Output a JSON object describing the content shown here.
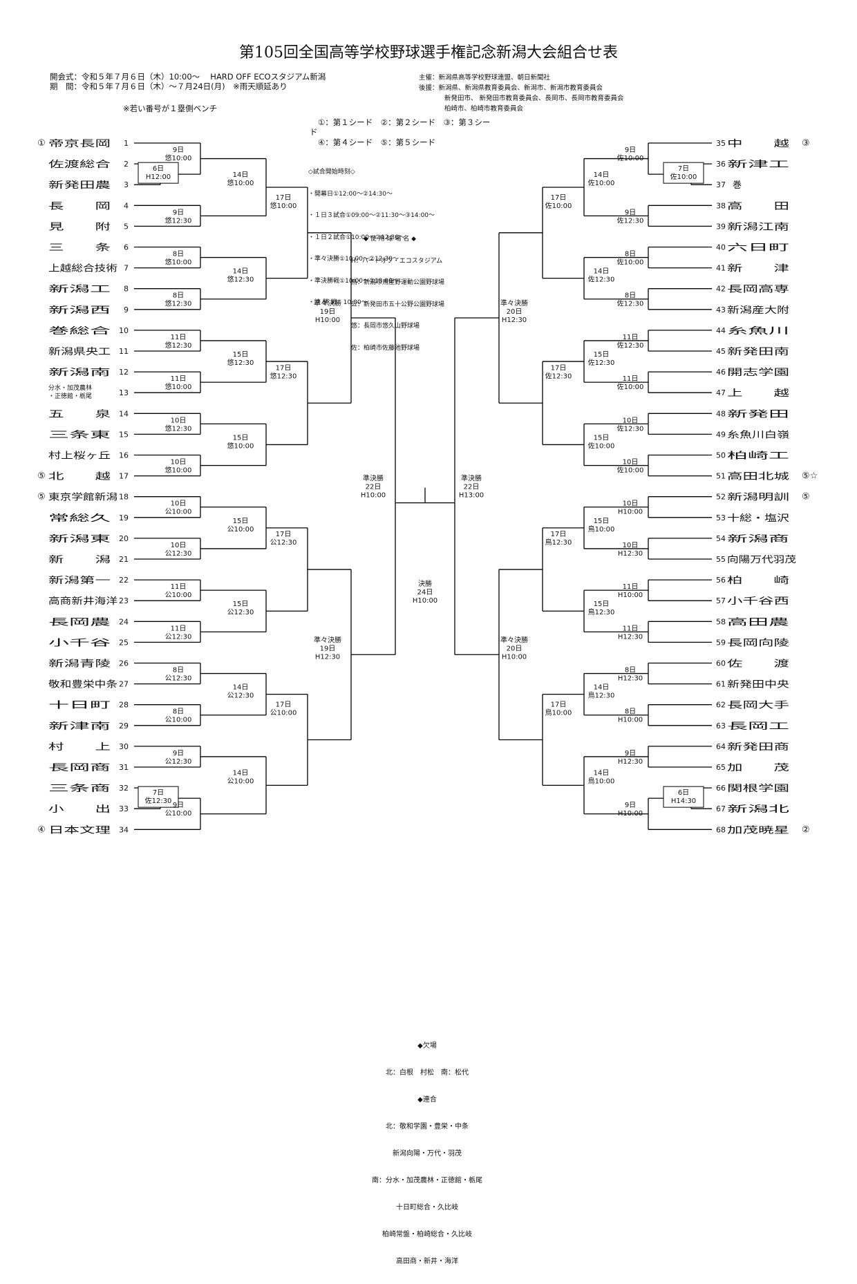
{
  "title": "第105回全国高等学校野球選手権記念新潟大会組合せ表",
  "info": {
    "opening": "開会式：令和５年７月６日（木）10:00～　 HARD OFF ECOスタジアム新潟",
    "period": "期　間：令和５年７月６日（木）～７月24日(月)　※雨天順延あり",
    "host": "主催：新潟県高等学校野球連盟、朝日新聞社",
    "support1": "後援：新潟県、新潟県教育委員会、新潟市、新潟市教育委員会",
    "support2": "新発田市、 新発田市教育委員会、長岡市、長岡市教育委員会",
    "support3": "柏崎市、柏崎市教育委員会",
    "bench_note": "※若い番号が１塁側ベンチ",
    "seed_line1": "①：第１シード　②：第２シード　③：第３シー",
    "seed_line1b": "ド",
    "seed_line2": "④：第４シード　⑤：第５シード"
  },
  "start_times": {
    "heading": "◇試合開始時刻◇",
    "lines": [
      "・開幕日①12:00～②14:30～",
      "・１日３試合①09:00～②11:30～③14:00～",
      "・１日２試合①10:00～②12:30～",
      "・準々決勝①10:00～②12:30～",
      "・準決勝戦①10:00～②13:00～",
      "・決 勝 戦　10:00～"
    ]
  },
  "venues": {
    "heading": "◆ 使 用 球 場 名 ◆",
    "lines": [
      "H：ハードオフ・エコスタジアム",
      "鳥：新潟市鳥屋野運動公園野球場",
      "公：新発田市五十公野公園野球場",
      "悠：長岡市悠久山野球場",
      "佐：柏崎市佐藤池野球場"
    ]
  },
  "absence": {
    "heading": "◆欠場",
    "line": "北：白根　村松　南：松代",
    "merge_heading": "◆連合",
    "merge_lines": [
      "北：敬和学園・豊栄・中条",
      "新潟向陽・万代・羽茂",
      "南：分水・加茂農林・正徳館・栃尾",
      "十日町総合・久比岐",
      "柏崎常盤・柏崎総合・久比岐",
      "高田商・新井・海洋"
    ]
  },
  "left_teams": [
    {
      "no": "1",
      "name": "帝京長岡",
      "mark": "①"
    },
    {
      "no": "2",
      "name": "佐渡総合",
      "mark": ""
    },
    {
      "no": "3",
      "name": "新発田農",
      "mark": ""
    },
    {
      "no": "4",
      "name": "長　　岡",
      "mark": ""
    },
    {
      "no": "5",
      "name": "見　　附",
      "mark": ""
    },
    {
      "no": "6",
      "name": "三　　条",
      "mark": ""
    },
    {
      "no": "7",
      "name": "上越総合技術",
      "mark": ""
    },
    {
      "no": "8",
      "name": "新潟工",
      "mark": ""
    },
    {
      "no": "9",
      "name": "新潟西",
      "mark": ""
    },
    {
      "no": "10",
      "name": "巻総合",
      "mark": ""
    },
    {
      "no": "11",
      "name": "新潟県央工",
      "mark": ""
    },
    {
      "no": "12",
      "name": "新潟南",
      "mark": ""
    },
    {
      "no": "13",
      "name": "分水・加茂農林・正徳館・栃尾",
      "mark": ""
    },
    {
      "no": "14",
      "name": "五　　泉",
      "mark": ""
    },
    {
      "no": "15",
      "name": "三条東",
      "mark": ""
    },
    {
      "no": "16",
      "name": "村上桜ヶ丘",
      "mark": ""
    },
    {
      "no": "17",
      "name": "北　　越",
      "mark": "⑤"
    },
    {
      "no": "18",
      "name": "東京学館新潟",
      "mark": "⑤"
    },
    {
      "no": "19",
      "name": "常総久",
      "mark": ""
    },
    {
      "no": "20",
      "name": "新潟東",
      "mark": ""
    },
    {
      "no": "21",
      "name": "新　　潟",
      "mark": ""
    },
    {
      "no": "22",
      "name": "新潟第一",
      "mark": ""
    },
    {
      "no": "23",
      "name": "高商新井海洋",
      "mark": ""
    },
    {
      "no": "24",
      "name": "長岡農",
      "mark": ""
    },
    {
      "no": "25",
      "name": "小千谷",
      "mark": ""
    },
    {
      "no": "26",
      "name": "新潟青陵",
      "mark": ""
    },
    {
      "no": "27",
      "name": "敬和豊栄中条",
      "mark": ""
    },
    {
      "no": "28",
      "name": "十日町",
      "mark": ""
    },
    {
      "no": "29",
      "name": "新津南",
      "mark": ""
    },
    {
      "no": "30",
      "name": "村　　上",
      "mark": ""
    },
    {
      "no": "31",
      "name": "長岡商",
      "mark": ""
    },
    {
      "no": "32",
      "name": "三条商",
      "mark": ""
    },
    {
      "no": "33",
      "name": "小　　出",
      "mark": ""
    },
    {
      "no": "34",
      "name": "日本文理",
      "mark": "④"
    }
  ],
  "right_teams": [
    {
      "no": "35",
      "name": "中　　越",
      "mark": "③"
    },
    {
      "no": "36",
      "name": "新津工",
      "mark": ""
    },
    {
      "no": "37",
      "name": "巻",
      "mark": ""
    },
    {
      "no": "38",
      "name": "高　　田",
      "mark": ""
    },
    {
      "no": "39",
      "name": "新潟江南",
      "mark": ""
    },
    {
      "no": "40",
      "name": "六日町",
      "mark": ""
    },
    {
      "no": "41",
      "name": "新　　津",
      "mark": ""
    },
    {
      "no": "42",
      "name": "長岡高専",
      "mark": ""
    },
    {
      "no": "43",
      "name": "新潟産大附",
      "mark": ""
    },
    {
      "no": "44",
      "name": "糸魚川",
      "mark": ""
    },
    {
      "no": "45",
      "name": "新発田南",
      "mark": ""
    },
    {
      "no": "46",
      "name": "開志学園",
      "mark": ""
    },
    {
      "no": "47",
      "name": "上　　越",
      "mark": ""
    },
    {
      "no": "48",
      "name": "新発田",
      "mark": ""
    },
    {
      "no": "49",
      "name": "糸魚川白嶺",
      "mark": ""
    },
    {
      "no": "50",
      "name": "柏崎工",
      "mark": ""
    },
    {
      "no": "51",
      "name": "高田北城",
      "mark": "⑤☆"
    },
    {
      "no": "52",
      "name": "新潟明訓",
      "mark": "⑤"
    },
    {
      "no": "53",
      "name": "十総・塩沢",
      "mark": ""
    },
    {
      "no": "54",
      "name": "新潟商",
      "mark": ""
    },
    {
      "no": "55",
      "name": "向陽万代羽茂",
      "mark": ""
    },
    {
      "no": "56",
      "name": "柏　　崎",
      "mark": ""
    },
    {
      "no": "57",
      "name": "小千谷西",
      "mark": ""
    },
    {
      "no": "58",
      "name": "高田農",
      "mark": ""
    },
    {
      "no": "59",
      "name": "長岡向陵",
      "mark": ""
    },
    {
      "no": "60",
      "name": "佐　　渡",
      "mark": ""
    },
    {
      "no": "61",
      "name": "新発田中央",
      "mark": ""
    },
    {
      "no": "62",
      "name": "長岡大手",
      "mark": ""
    },
    {
      "no": "63",
      "name": "長岡工",
      "mark": ""
    },
    {
      "no": "64",
      "name": "新発田商",
      "mark": ""
    },
    {
      "no": "65",
      "name": "加　　茂",
      "mark": ""
    },
    {
      "no": "66",
      "name": "関根学園",
      "mark": ""
    },
    {
      "no": "67",
      "name": "新潟北",
      "mark": ""
    },
    {
      "no": "68",
      "name": "加茂暁星",
      "mark": "②"
    }
  ],
  "games_left": {
    "r1": [
      "6日 H12:00",
      "7日 佐12:30"
    ],
    "r2": [
      "9日 悠10:00",
      "9日 悠12:30",
      "8日 悠10:00",
      "8日 悠12:30",
      "11日 悠12:30",
      "11日 悠10:00",
      "10日 悠12:30",
      "10日 悠10:00",
      "10日 公10:00",
      "10日 公12:30",
      "11日 公10:00",
      "11日 公12:30",
      "8日 公12:30",
      "8日 公10:00",
      "9日 公12:30",
      "9日 公10:00"
    ],
    "r3": [
      "14日 悠10:00",
      "14日 悠12:30",
      "15日 悠12:30",
      "15日 悠10:00",
      "15日 公10:00",
      "15日 公12:30",
      "14日 公12:30",
      "14日 公10:00"
    ],
    "r4": [
      "17日 悠10:00",
      "17日 悠12:30",
      "17日 公12:30",
      "17日 公10:00"
    ],
    "qf": [
      "準々決勝 19日 H10:00",
      "準々決勝 19日 H12:30"
    ],
    "sf": "準決勝 22日 H10:00"
  },
  "games_right": {
    "r1": [
      "7日 佐10:00",
      "6日 H14:30"
    ],
    "r2": [
      "9日 佐10:00",
      "9日 佐12:30",
      "8日 佐10:00",
      "8日 佐12:30",
      "11日 佐12:30",
      "11日 佐10:00",
      "10日 佐12:30",
      "10日 佐10:00",
      "10日 H10:00",
      "10日 H12:30",
      "11日 H10:00",
      "11日 H12:30",
      "8日 H12:30",
      "8日 H10:00",
      "9日 H12:30",
      "9日 H10:00"
    ],
    "r3": [
      "14日 佐10:00",
      "14日 佐12:30",
      "15日 佐12:30",
      "15日 佐10:00",
      "15日 鳥10:00",
      "15日 鳥12:30",
      "14日 鳥12:30",
      "14日 鳥10:00"
    ],
    "r4": [
      "17日 佐10:00",
      "17日 佐12:30",
      "17日 鳥12:30",
      "17日 鳥10:00"
    ],
    "qf": [
      "準々決勝 20日 H12:30",
      "準々決勝 20日 H10:00"
    ],
    "sf": "準決勝 22日 H13:00"
  },
  "final": "決勝 24日 H10:00"
}
